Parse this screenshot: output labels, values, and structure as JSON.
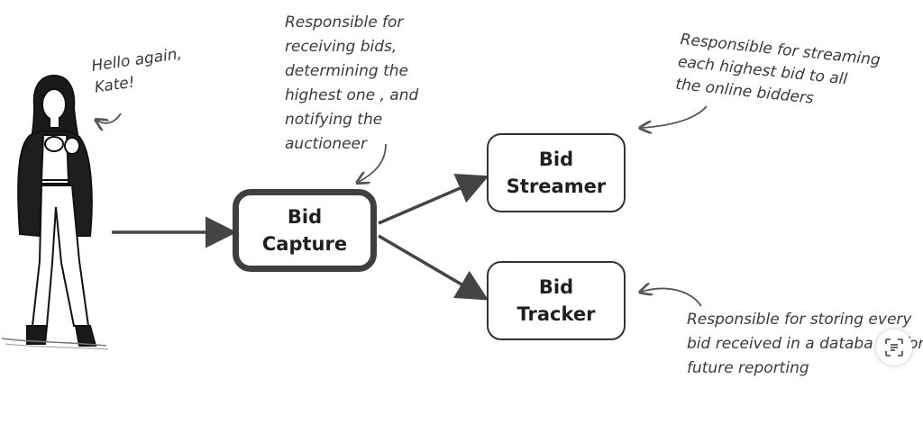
{
  "figure_caption": "Hello again, Kate!",
  "annotations": {
    "capture_note": [
      "Responsible for",
      "receiving bids,",
      "determining the",
      "highest one , and",
      "notifying the",
      "auctioneer"
    ],
    "streamer_note": [
      "Responsible for streaming",
      "each highest bid to all",
      "the online bidders"
    ],
    "tracker_note": [
      "Responsible for storing every",
      "bid received in a databa",
      "future reporting"
    ],
    "tracker_note_clipped": "for"
  },
  "components": {
    "capture": [
      "Bid",
      "Capture"
    ],
    "streamer": [
      "Bid",
      "Streamer"
    ],
    "tracker": [
      "Bid",
      "Tracker"
    ]
  },
  "figure_caption_lines": [
    "Hello again,",
    "Kate!"
  ],
  "colors": {
    "ink": "#3a3a3a",
    "box_border": "#333333",
    "primary_border": "#3f3f3f"
  },
  "icons": {
    "person": "woman-illustration",
    "lens": "google-lens-icon"
  }
}
